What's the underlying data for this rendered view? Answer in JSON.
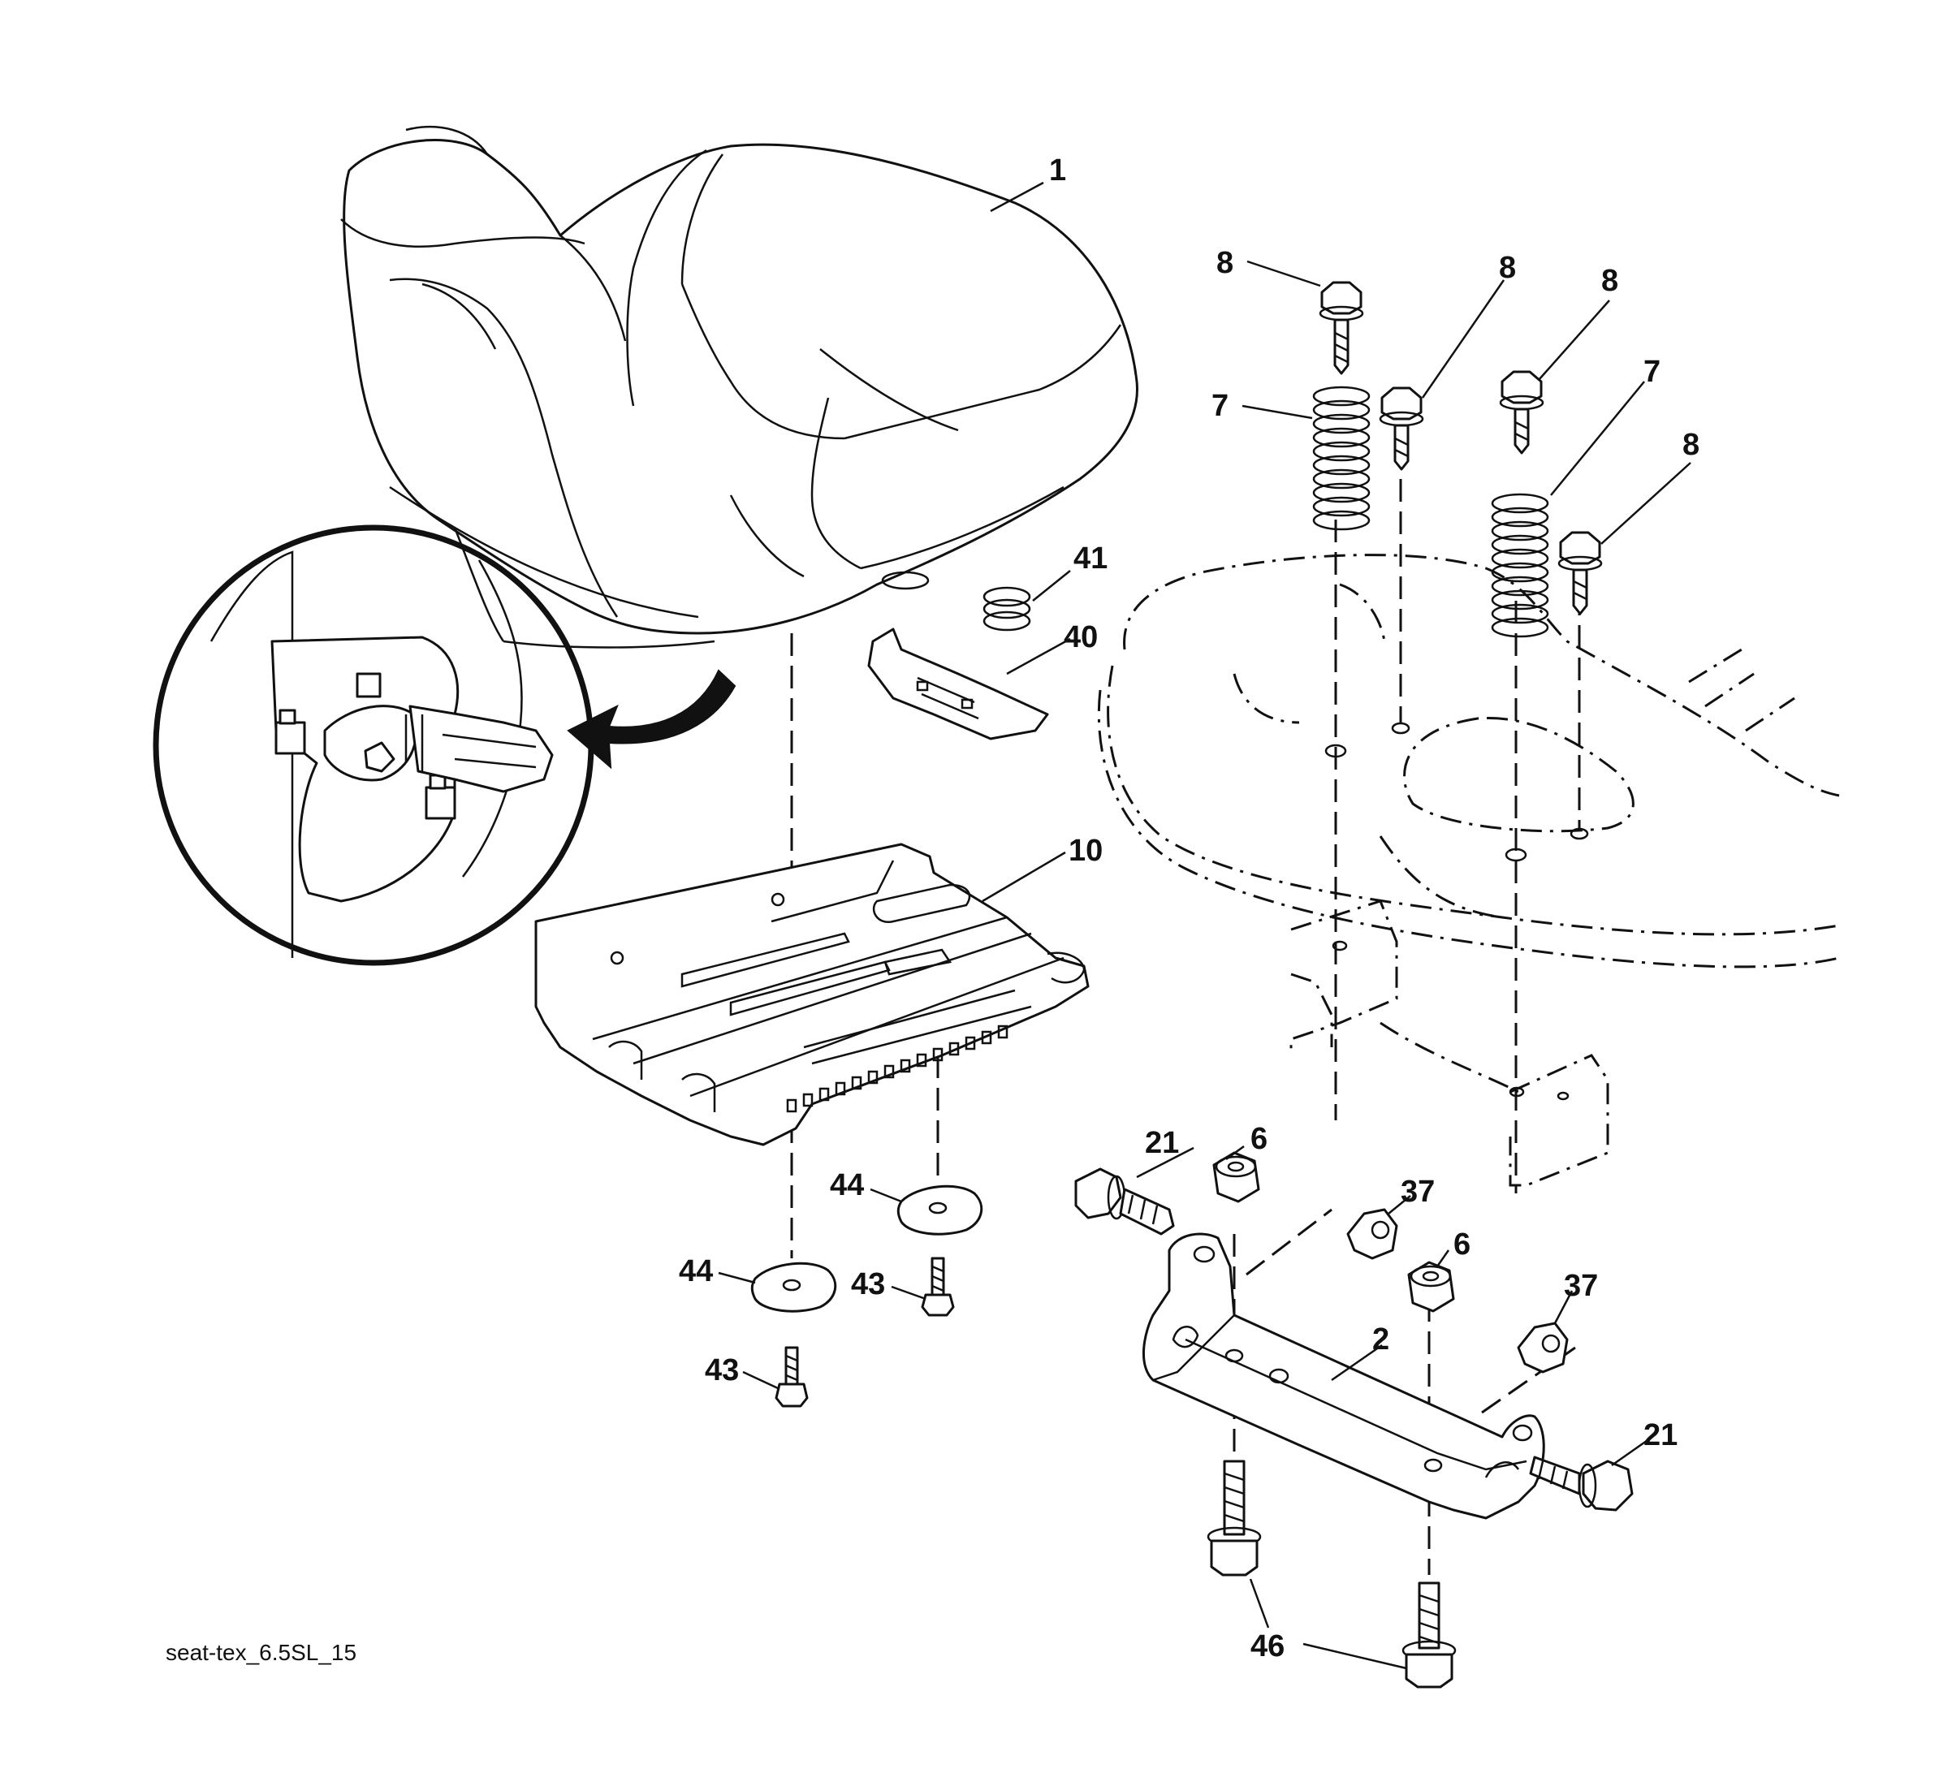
{
  "caption": "seat-tex_6.5SL_15",
  "callouts": {
    "c1": "1",
    "c2": "2",
    "c6a": "6",
    "c6b": "6",
    "c7a": "7",
    "c7b": "7",
    "c8a": "8",
    "c8b": "8",
    "c8c": "8",
    "c8d": "8",
    "c10": "10",
    "c21a": "21",
    "c21b": "21",
    "c37a": "37",
    "c37b": "37",
    "c40": "40",
    "c41": "41",
    "c43a": "43",
    "c43b": "43",
    "c44a": "44",
    "c44b": "44",
    "c46": "46"
  },
  "colors": {
    "ink": "#111111",
    "paper": "#ffffff"
  }
}
